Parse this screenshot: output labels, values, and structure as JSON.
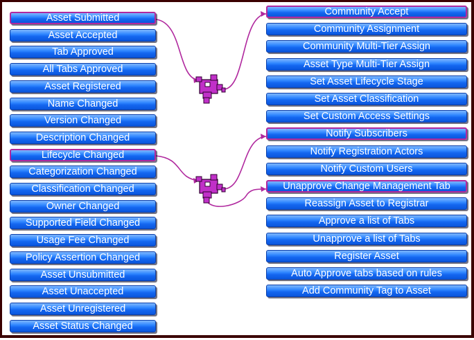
{
  "events": [
    "Asset Submitted",
    "Asset Accepted",
    "Tab Approved",
    "All Tabs Approved",
    "Asset Registered",
    "Name Changed",
    "Version Changed",
    "Description Changed",
    "Lifecycle Changed",
    "Categorization Changed",
    "Classification Changed",
    "Owner Changed",
    "Supported Field Changed",
    "Usage Fee Changed",
    "Policy Assertion Changed",
    "Asset Unsubmitted",
    "Asset Unaccepted",
    "Asset Unregistered",
    "Asset Status Changed"
  ],
  "actions": [
    "Community Accept",
    "Community Assignment",
    "Community Multi-Tier Assign",
    "Asset Type Multi-Tier Assign",
    "Set Asset Lifecycle Stage",
    "Set Asset Classification",
    "Set Custom Access Settings",
    "Notify Subscribers",
    "Notify Registration Actors",
    "Notify Custom Users",
    "Unapprove Change Management Tab",
    "Reassign Asset to Registrar",
    "Approve a list of Tabs",
    "Unapprove a list of Tabs",
    "Register Asset",
    "Auto Approve tabs based on rules",
    "Add Community Tag to Asset"
  ],
  "highlighted_events": [
    0,
    8
  ],
  "highlighted_actions": [
    0,
    7,
    10
  ],
  "connections": [
    {
      "from_event": 0,
      "to_actions": [
        0
      ]
    },
    {
      "from_event": 8,
      "to_actions": [
        7,
        10
      ]
    }
  ],
  "colors": {
    "button": "#1466f0",
    "highlight_border": "#b0289e",
    "connector": "#b0289e",
    "node_fill": "#c030c8",
    "frame": "#3a0000"
  },
  "icons": {
    "node": "puzzle-node-icon"
  }
}
